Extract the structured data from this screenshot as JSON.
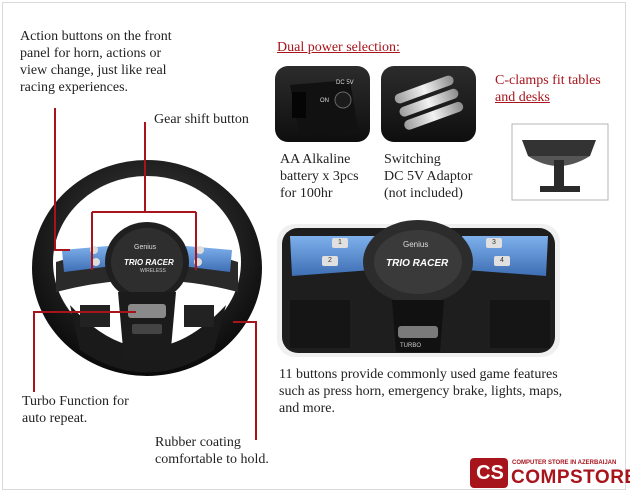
{
  "annotations": {
    "action_buttons": [
      "Action buttons on the front",
      "panel for horn, actions or",
      "view change, just like real",
      "racing experiences."
    ],
    "gear_shift": "Gear shift button",
    "turbo": [
      "Turbo Function for",
      "auto repeat."
    ],
    "rubber": [
      "Rubber coating",
      "comfortable to hold."
    ],
    "power_title": "Dual power selection:",
    "aa_battery": [
      "AA Alkaline",
      "battery x 3pcs",
      "for 100hr"
    ],
    "switching": [
      "Switching",
      "DC 5V Adaptor",
      "(not included)"
    ],
    "c_clamps": [
      "C-clamps fit tables",
      "and desks"
    ],
    "eleven_buttons": [
      "11 buttons provide commonly used game features",
      "such as press horn, emergency brake, lights, maps,",
      "and more."
    ]
  },
  "product_labels": {
    "brand": "Genius",
    "model": "TRIO RACER",
    "model_sub": "WIRELESS",
    "turbo": "TURBO",
    "btn_1": "1",
    "btn_2": "2",
    "btn_3": "3",
    "btn_4": "4",
    "on": "ON",
    "dc": "DC 5V"
  },
  "store": {
    "logo_mark": "CS",
    "tagline": "COMPUTER STORE IN AZERBAIJAN",
    "name": "COMPSTORE"
  },
  "colors": {
    "accent_red": "#a8141c",
    "wheel_blue": "#5b8fd6"
  }
}
